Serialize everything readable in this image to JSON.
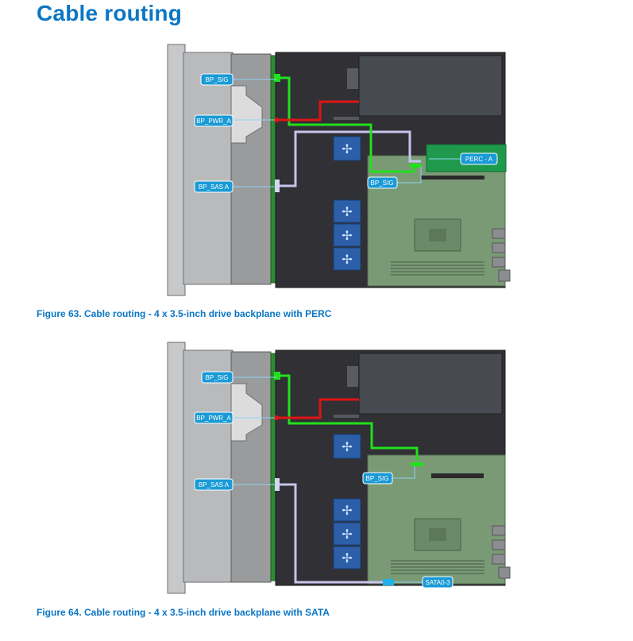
{
  "page": {
    "title": "Cable routing"
  },
  "figure63": {
    "caption": "Figure 63. Cable routing - 4 x 3.5-inch drive backplane with PERC",
    "callouts": {
      "bp_sig": "BP_SIG",
      "bp_pwr_a": "BP_PWR_A",
      "bp_sas_a": "BP_SAS A",
      "perc_a": "PERC - A",
      "mb_bp_sig": "BP_SIG"
    }
  },
  "figure64": {
    "caption": "Figure 64. Cable routing - 4 x 3.5-inch drive backplane with SATA",
    "callouts": {
      "bp_sig": "BP_SIG",
      "bp_pwr_a": "BP_PWR_A",
      "bp_sas_a": "BP_SAS A",
      "mb_bp_sig": "BP_SIG",
      "sata": "SATA0-3"
    }
  },
  "colors": {
    "heading_blue": "#0b76c5",
    "callout_blue": "#1a9ad6",
    "signal_cable_green": "#22e01c",
    "power_cable_red": "#e01414",
    "sas_cable_lavender": "#c9c3ec",
    "chassis_dark": "#2f2f33",
    "motherboard_green": "#7a9a76"
  }
}
